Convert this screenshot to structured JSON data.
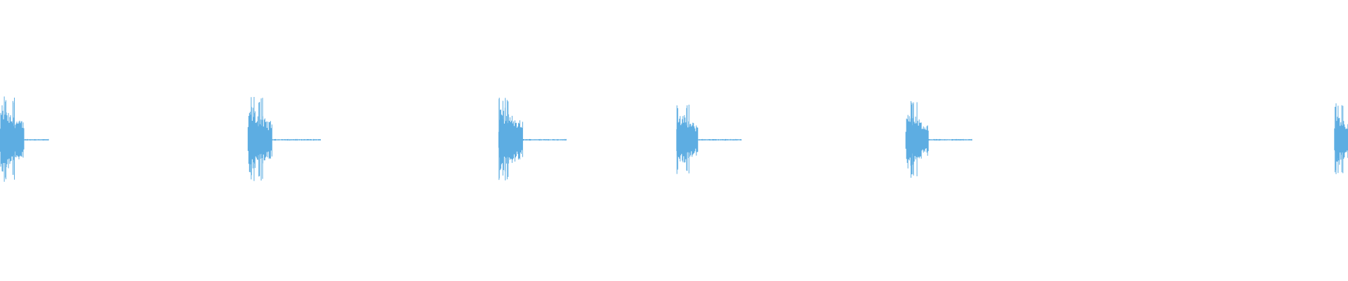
{
  "waveform": {
    "color": "#5dade2",
    "background": "#ffffff",
    "duration_fraction_visible": 1.0,
    "bursts": [
      {
        "onset": 0.0,
        "amplitude": 0.62,
        "decay": 0.018,
        "tail": 0.018
      },
      {
        "onset": 0.184,
        "amplitude": 0.62,
        "decay": 0.018,
        "tail": 0.036
      },
      {
        "onset": 0.37,
        "amplitude": 0.62,
        "decay": 0.018,
        "tail": 0.032
      },
      {
        "onset": 0.502,
        "amplitude": 0.52,
        "decay": 0.016,
        "tail": 0.032
      },
      {
        "onset": 0.672,
        "amplitude": 0.56,
        "decay": 0.017,
        "tail": 0.032
      },
      {
        "onset": 0.99,
        "amplitude": 0.54,
        "decay": 0.012,
        "tail": 0.0
      }
    ]
  }
}
